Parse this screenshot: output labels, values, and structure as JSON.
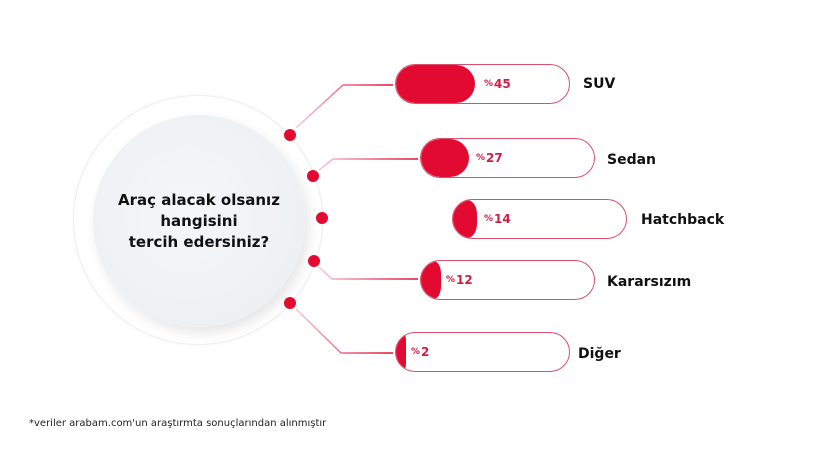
{
  "question": {
    "line1": "Araç alacak olsanız",
    "line2": "hangisini",
    "line3": "tercih edersiniz?"
  },
  "options": [
    {
      "label": "SUV",
      "percent_sign": "%",
      "value": "45"
    },
    {
      "label": "Sedan",
      "percent_sign": "%",
      "value": "27"
    },
    {
      "label": "Hatchback",
      "percent_sign": "%",
      "value": "14"
    },
    {
      "label": "Kararsızım",
      "percent_sign": "%",
      "value": "12"
    },
    {
      "label": "Diğer",
      "percent_sign": "%",
      "value": "2"
    }
  ],
  "footnote": "*veriler arabam.com'un araştırmta sonuçlarından alınmıştır",
  "colors": {
    "accent": "#e30a32",
    "pill_border": "#d9506d",
    "text": "#111111"
  },
  "chart_data": {
    "type": "bar",
    "orientation": "horizontal",
    "title": "Araç alacak olsanız hangisini tercih edersiniz?",
    "categories": [
      "SUV",
      "Sedan",
      "Hatchback",
      "Kararsızım",
      "Diğer"
    ],
    "values": [
      45,
      27,
      14,
      12,
      2
    ],
    "unit": "%",
    "xlabel": "",
    "ylabel": "",
    "xlim": [
      0,
      100
    ],
    "grid": false,
    "legend": "none",
    "annotations": [
      "*veriler arabam.com'un araştırmta sonuçlarından alınmıştır"
    ]
  }
}
